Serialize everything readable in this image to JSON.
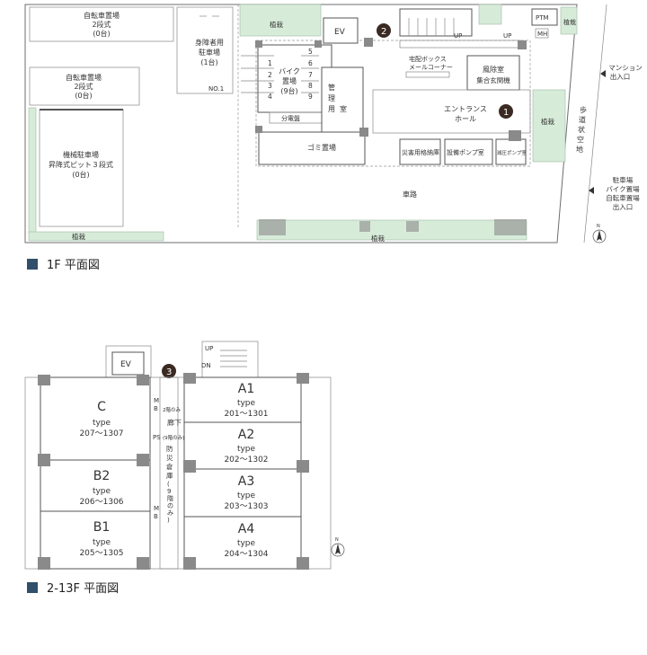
{
  "floor1": {
    "caption": "1F 平面図",
    "bike_parking_top": [
      "自転車置場",
      "2段式",
      "(0台)"
    ],
    "bike_parking_mid": [
      "自転車置場",
      "2段式",
      "(0台)"
    ],
    "mech_parking": [
      "機械駐車場",
      "昇降式ピット３段式",
      "(0台)"
    ],
    "accessible_parking": [
      "身障者用",
      "駐車場",
      "(1台)"
    ],
    "accessible_no": "NO.1",
    "planting": "植栽",
    "ev": "EV",
    "moto_parking": [
      "バイク",
      "置場",
      "(9台)"
    ],
    "moto_numbers": [
      "1",
      "2",
      "3",
      "4",
      "5",
      "6",
      "7",
      "8",
      "9"
    ],
    "power_room": "分電盤",
    "management_room": [
      "管",
      "理",
      "用",
      "室"
    ],
    "delivery_box": [
      "宅配ボックス",
      "メールコーナー"
    ],
    "windbreak": [
      "風除室",
      "集合玄関機"
    ],
    "entrance_hall": [
      "エントランス",
      "ホール"
    ],
    "garbage": "ゴミ置場",
    "disaster_storage": "災害用格納庫",
    "pump_room": "設備ポンプ室",
    "booster_pump": "減圧ポンプ室",
    "driveway": "車路",
    "ptm": "PTM",
    "mh": "MH",
    "up": "UP",
    "mansion_entrance": [
      "マンション",
      "出入口"
    ],
    "sidewalk": [
      "歩",
      "道",
      "状",
      "空",
      "地"
    ],
    "parking_entrance": [
      "駐車場",
      "バイク置場",
      "自転車置場",
      "出入口"
    ],
    "markers": [
      "1",
      "2"
    ]
  },
  "floor_typical": {
    "caption": "2-13F 平面図",
    "ev": "EV",
    "up": "UP",
    "dn": "DN",
    "marker": "3",
    "corridor": "廊下",
    "mb": [
      "M",
      "B"
    ],
    "ps": "PS",
    "floor_note_2": "2階のみ",
    "floor_note_9": "(9階のみ)",
    "fire_storage": [
      "防",
      "災",
      "倉",
      "庫"
    ],
    "fire_note": [
      "(",
      "9",
      "階",
      "の",
      "み",
      ")"
    ],
    "units": [
      {
        "name": "A1",
        "type": "type",
        "range": "201～1301"
      },
      {
        "name": "A2",
        "type": "type",
        "range": "202～1302"
      },
      {
        "name": "A3",
        "type": "type",
        "range": "203～1303"
      },
      {
        "name": "A4",
        "type": "type",
        "range": "204～1304"
      },
      {
        "name": "C",
        "type": "type",
        "range": "207～1307"
      },
      {
        "name": "B2",
        "type": "type",
        "range": "206～1306"
      },
      {
        "name": "B1",
        "type": "type",
        "range": "205～1305"
      }
    ]
  },
  "north": "N",
  "colors": {
    "planting": "#d7ebd9",
    "marker": "#3a2a22",
    "caption_square": "#2f4f6a"
  }
}
